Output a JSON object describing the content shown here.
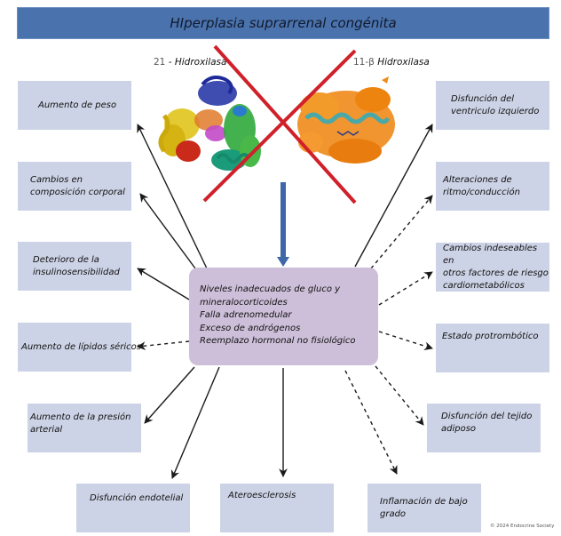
{
  "title": "HIperplasia suprarrenal congénita",
  "enzymes": {
    "left": {
      "number": "21",
      "name": "- Hidroxilasa",
      "icon": "protein-structure-21-hydroxylase"
    },
    "right": {
      "number": "11-β",
      "name": "Hidroxilasa",
      "icon": "protein-structure-11-beta-hydroxylase"
    },
    "crossed_out": true,
    "cross_color": "#d0202a"
  },
  "center": {
    "lines": [
      "Niveles inadecuados de gluco y",
      "mineralocorticoides",
      "Falla adrenomedular",
      "Exceso de andrógenos",
      "Reemplazo hormonal no fisiológico"
    ]
  },
  "outcomes": {
    "left": [
      {
        "lines": [
          "Aumento de peso"
        ],
        "arrow": "solid"
      },
      {
        "lines": [
          "Cambios en",
          "composición corporal"
        ],
        "arrow": "solid"
      },
      {
        "lines": [
          "Deterioro de la",
          "insulinosensibilidad"
        ],
        "arrow": "solid"
      },
      {
        "lines": [
          "Aumento de lípidos séricos"
        ],
        "arrow": "dashed"
      },
      {
        "lines": [
          "Aumento de la presión",
          "arterial"
        ],
        "arrow": "solid"
      }
    ],
    "bottom": [
      {
        "lines": [
          "Disfunción endotelial"
        ],
        "arrow": "solid"
      },
      {
        "lines": [
          "Ateroesclerosis"
        ],
        "arrow": "solid"
      },
      {
        "lines": [
          "Inflamación de bajo",
          "grado"
        ],
        "arrow": "dashed"
      }
    ],
    "right": [
      {
        "lines": [
          "Disfunción del",
          "ventriculo izquierdo"
        ],
        "arrow": "solid"
      },
      {
        "lines": [
          "Alteraciones de",
          "ritmo/conducción"
        ],
        "arrow": "dashed"
      },
      {
        "lines": [
          "Cambios indeseables en",
          "otros factores de riesgo",
          "cardiometabólicos"
        ],
        "arrow": "dashed"
      },
      {
        "lines": [
          "Estado protrombótico"
        ],
        "arrow": "dashed"
      },
      {
        "lines": [
          "Disfunción del tejido",
          "adiposo"
        ],
        "arrow": "dashed"
      }
    ]
  },
  "colors": {
    "header": "#4a72ad",
    "outcome_box": "#cdd3e6",
    "center_box": "#cdbfd9",
    "down_arrow": "#3d67a8"
  },
  "copyright": "© 2024 Endocrine Society"
}
